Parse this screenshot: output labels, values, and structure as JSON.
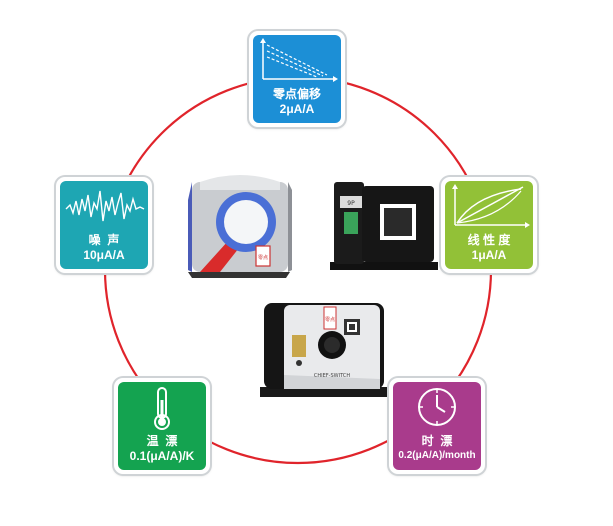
{
  "colors": {
    "ring": "#e0242b",
    "offset": "#1c8fd6",
    "linearity": "#92c137",
    "noise": "#1ea6b3",
    "temp_drift": "#14a350",
    "time_drift": "#a93b8c"
  },
  "cards": {
    "offset": {
      "label": "零点偏移",
      "value": "2μA/A",
      "icon": "decay-graph-icon"
    },
    "linearity": {
      "label": "线 性 度",
      "value": "1μA/A",
      "icon": "linearity-graph-icon"
    },
    "noise": {
      "label": "噪  声",
      "value": "10μA/A",
      "icon": "waveform-icon"
    },
    "temp_drift": {
      "label": "温  漂",
      "value": "0.1(μA/A)/K",
      "icon": "thermometer-icon"
    },
    "time_drift": {
      "label": "时  漂",
      "value": "0.2(μA/A)/month",
      "icon": "clock-icon"
    }
  },
  "products": {
    "sensor_left": {
      "seal": "零点"
    },
    "sensor_right": {
      "plate": "9P"
    },
    "sensor_bottom": {
      "seal": "零点",
      "label": "CHIEF-SWITCH"
    }
  }
}
